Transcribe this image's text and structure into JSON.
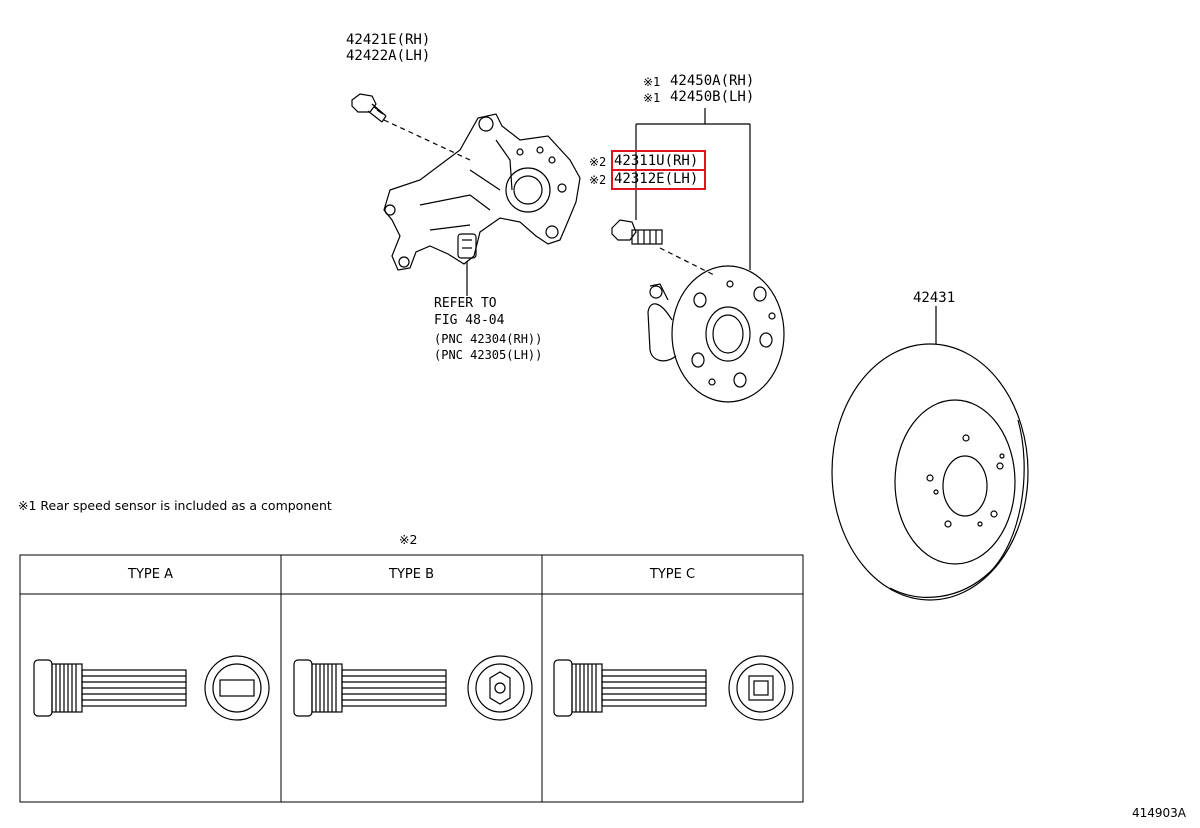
{
  "parts": {
    "bolt_rh": "42421E(RH)",
    "bolt_lh": "42422A(LH)",
    "hub_rh_mark": "※1",
    "hub_rh": "42450A(RH)",
    "hub_lh_mark": "※1",
    "hub_lh": "42450B(LH)",
    "stud_rh_mark": "※2",
    "stud_rh": "42311U(RH)",
    "stud_lh_mark": "※2",
    "stud_lh": "42312E(LH)",
    "disc": "42431"
  },
  "refer": {
    "line1": "REFER TO",
    "line2": "FIG 48-04",
    "line3": "(PNC 42304(RH))",
    "line4": "(PNC 42305(LH))"
  },
  "notes": {
    "note1": "※1 Rear speed sensor is included as a component",
    "table_mark": "※2"
  },
  "types_table": {
    "headers": [
      "TYPE A",
      "TYPE B",
      "TYPE C"
    ]
  },
  "figure_id": "414903A",
  "highlight_color": "#e0141e"
}
